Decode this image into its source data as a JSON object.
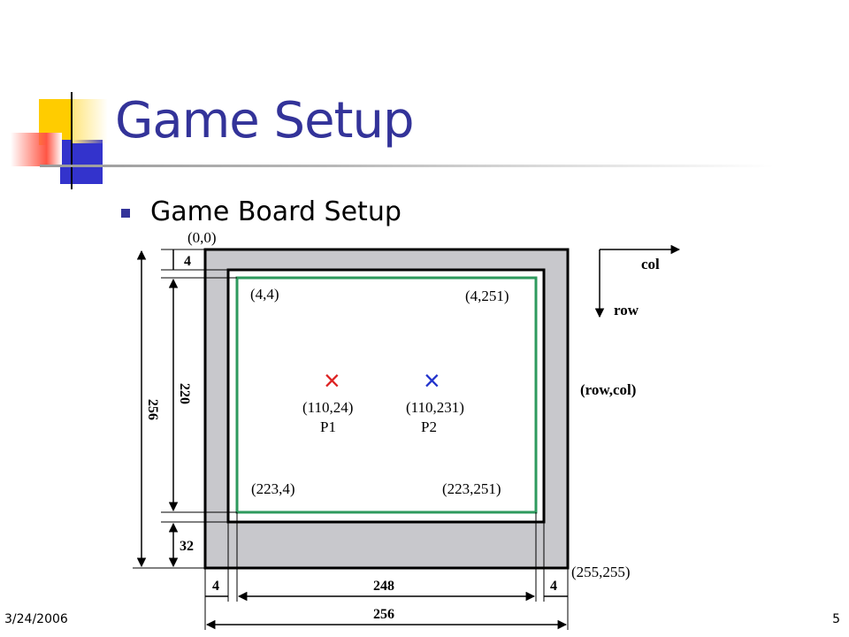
{
  "slide": {
    "title": "Game Setup",
    "bullet": "Game Board Setup",
    "footer_date": "3/24/2006",
    "page_number": "5"
  },
  "diagram": {
    "origin_label": "(0,0)",
    "corner_labels": {
      "top_left": "(4,4)",
      "top_right": "(4,251)",
      "bottom_left": "(223,4)",
      "bottom_right": "(223,251)",
      "outer_bottom_right": "(255,255)"
    },
    "players": [
      {
        "coord": "(110,24)",
        "name": "P1",
        "marker": "×",
        "color": "#dd2222"
      },
      {
        "coord": "(110,231)",
        "name": "P2",
        "marker": "×",
        "color": "#2233cc"
      }
    ],
    "axis": {
      "col": "col",
      "row": "row",
      "notation": "(row,col)"
    },
    "dimensions": {
      "top_margin": "4",
      "inner_height": "220",
      "outer_height": "256",
      "bottom_margin": "32",
      "left_margin": "4",
      "inner_width": "248",
      "right_margin": "4",
      "outer_width": "256"
    },
    "colors": {
      "board_gray": "#c8c8cc",
      "play_area_border": "#2e9a5e",
      "title_blue": "#333399"
    }
  }
}
